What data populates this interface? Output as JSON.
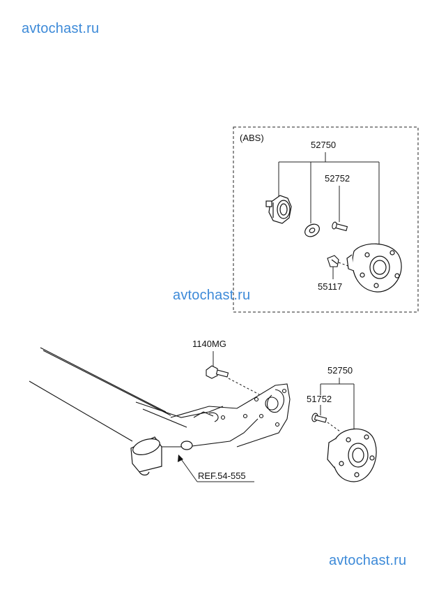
{
  "watermark": {
    "top": "avtochast.ru",
    "middle": "avtochast.ru",
    "bottom": "avtochast.ru"
  },
  "colors": {
    "watermark": "#3d8ad8",
    "lines": "#111111"
  },
  "abs_box": {
    "title": "(ABS)",
    "parts": {
      "hub_assy": "52750",
      "hub_bolt": "52752",
      "screw": "55117"
    }
  },
  "lower": {
    "bolt": "1140MG",
    "hub_assy": "52750",
    "hub_bolt": "51752",
    "reference": "REF.54-555"
  }
}
